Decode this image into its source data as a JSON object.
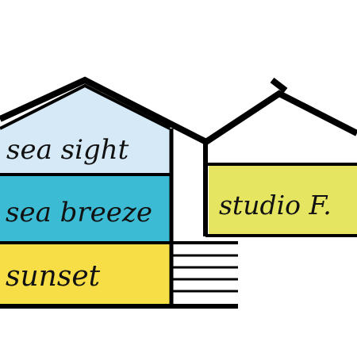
{
  "units": {
    "sea_sight": {
      "label": "sea sight",
      "color": "#d6e9f6"
    },
    "sea_breeze": {
      "label": "sea breeze",
      "color": "#3cbbd5"
    },
    "sunset": {
      "label": "sunset",
      "color": "#f7dd46"
    },
    "studio": {
      "label": "studio F.",
      "color": "#e6e562"
    }
  },
  "colors": {
    "outline": "#000000",
    "background": "#ffffff"
  }
}
